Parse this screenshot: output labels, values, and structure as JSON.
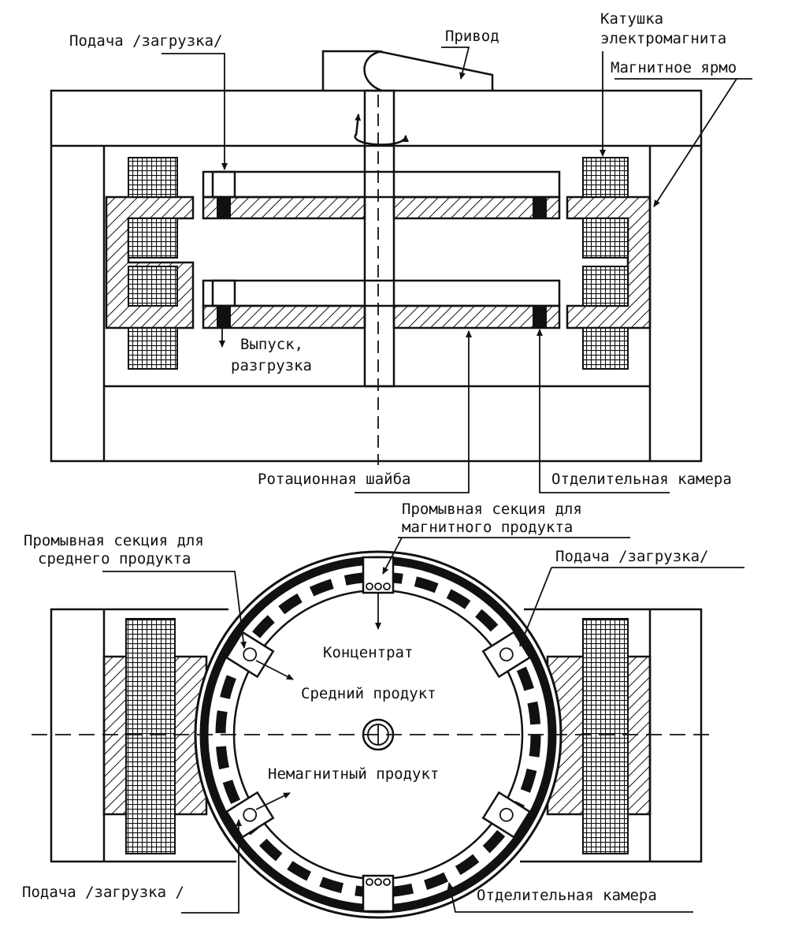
{
  "labels": {
    "feed_top": "Подача /загрузка/",
    "drive": "Привод",
    "coil_line1": "Катушка",
    "coil_line2": "электромагнита",
    "yoke": "Магнитное ярмо",
    "discharge_line1": "Выпуск,",
    "discharge_line2": "разгрузка",
    "rotary_disc": "Ротационная шайба",
    "separation_chamber_top": "Отделительная камера",
    "wash_magnetic_line1": "Промывная секция для",
    "wash_magnetic_line2": "магнитного продукта",
    "wash_middle_line1": "Промывная секция для",
    "wash_middle_line2": "среднего продукта",
    "feed_right": "Подача /загрузка/",
    "concentrate": "Концентрат",
    "middle_product": "Средний продукт",
    "nonmagnetic_product": "Немагнитный продукт",
    "feed_bottom": "Подача /загрузка /",
    "separation_chamber_bottom": "Отделительная камера"
  }
}
